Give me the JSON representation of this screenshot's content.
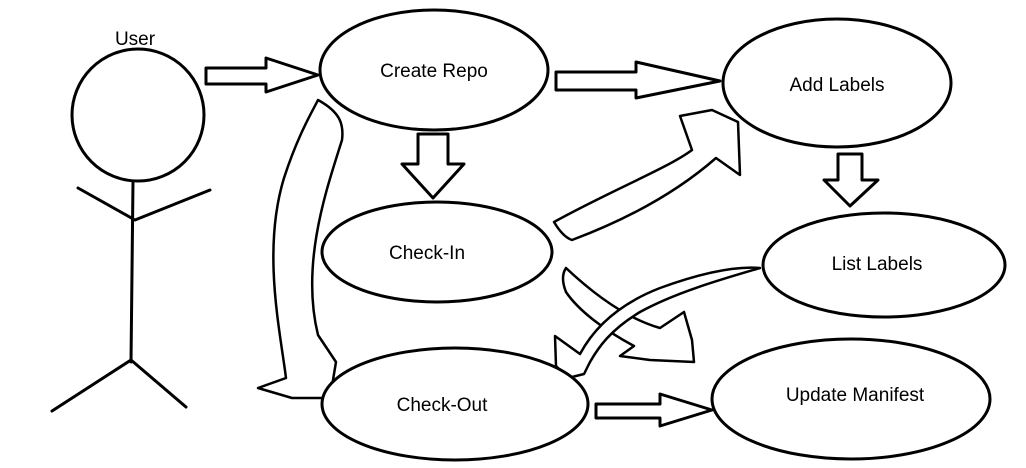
{
  "actor": {
    "label": "User"
  },
  "use_cases": {
    "create_repo": "Create Repo",
    "add_labels": "Add Labels",
    "check_in": "Check-In",
    "list_labels": "List Labels",
    "check_out": "Check-Out",
    "update_manifest": "Update Manifest"
  },
  "colors": {
    "line": "#000000",
    "fill": "#ffffff",
    "background": "#ffffff"
  }
}
